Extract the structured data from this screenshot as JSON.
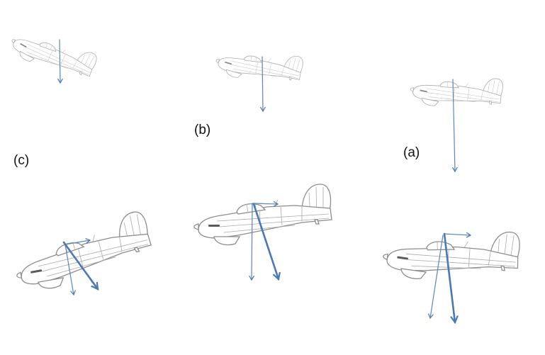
{
  "labels": {
    "a": "(a)",
    "b": "(b)",
    "c": "(c)"
  },
  "colors": {
    "vector": "#4a78b8",
    "vector_thin": "#5a86c0",
    "outline": "#8d8d8d",
    "label": "#111111"
  },
  "icons": {
    "aircraft": "fighter-plane-side-view",
    "vector": "arrow"
  }
}
